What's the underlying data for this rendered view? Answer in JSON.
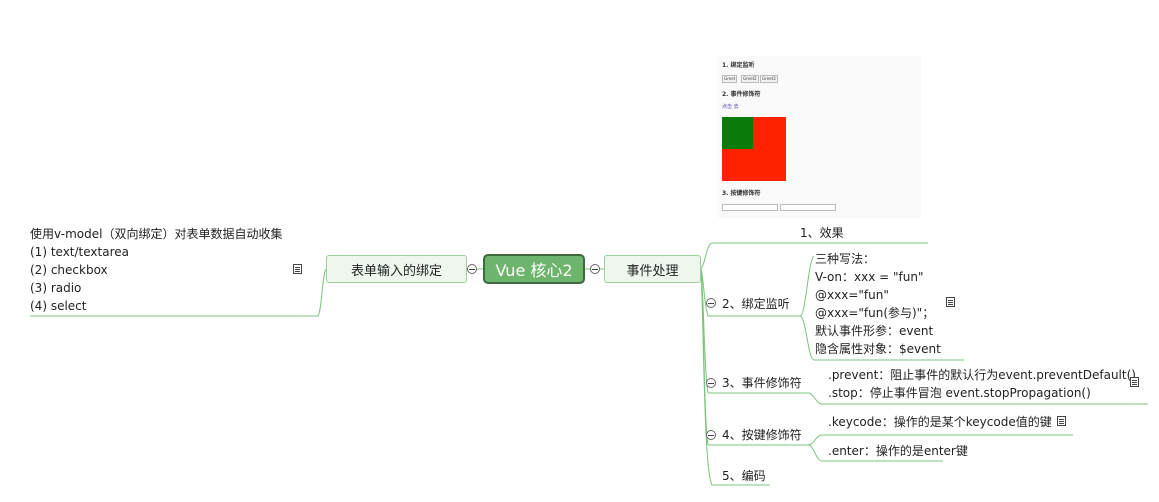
{
  "root": {
    "label": "Vue 核心2"
  },
  "left_topic": {
    "label": "表单输入的绑定",
    "note_lines": [
      "使用v-model（双向绑定）对表单数据自动收集",
      "(1) text/textarea",
      "(2) checkbox",
      "(3) radio",
      "(4) select"
    ]
  },
  "right_topic": {
    "label": "事件处理",
    "children": {
      "effect": {
        "label": "1、效果"
      },
      "binding": {
        "label": "2、绑定监听",
        "detail": [
          "三种写法：",
          "V-on：xxx = \"fun\"",
          "@xxx=\"fun\"",
          "@xxx=\"fun(参与)\"；",
          "默认事件形参：event",
          "隐含属性对象：$event"
        ]
      },
      "modifiers": {
        "label": "3、事件修饰符",
        "detail": [
          ".prevent：阻止事件的默认行为event.preventDefault()",
          ".stop：停止事件冒泡 event.stopPropagation()"
        ]
      },
      "keys": {
        "label": "4、按键修饰符",
        "keycode": ".keycode：操作的是某个keycode值的键",
        "enter": ".enter：操作的是enter键"
      },
      "coding": {
        "label": "5、编码"
      }
    }
  },
  "thumbnail": {
    "h1": "1. 绑定监听",
    "buttons": [
      "Greet",
      "Greet2",
      "Greet3"
    ],
    "h2": "2. 事件修饰符",
    "link": "点击 去",
    "h3": "3. 按键修饰符"
  },
  "colors": {
    "line": "#7cc47c",
    "root_fill": "#6db56d",
    "root_border": "#3e6b3e",
    "topic_fill": "#eef6ee",
    "outer_box": "#ff2200",
    "inner_box": "#0a7a0a"
  }
}
